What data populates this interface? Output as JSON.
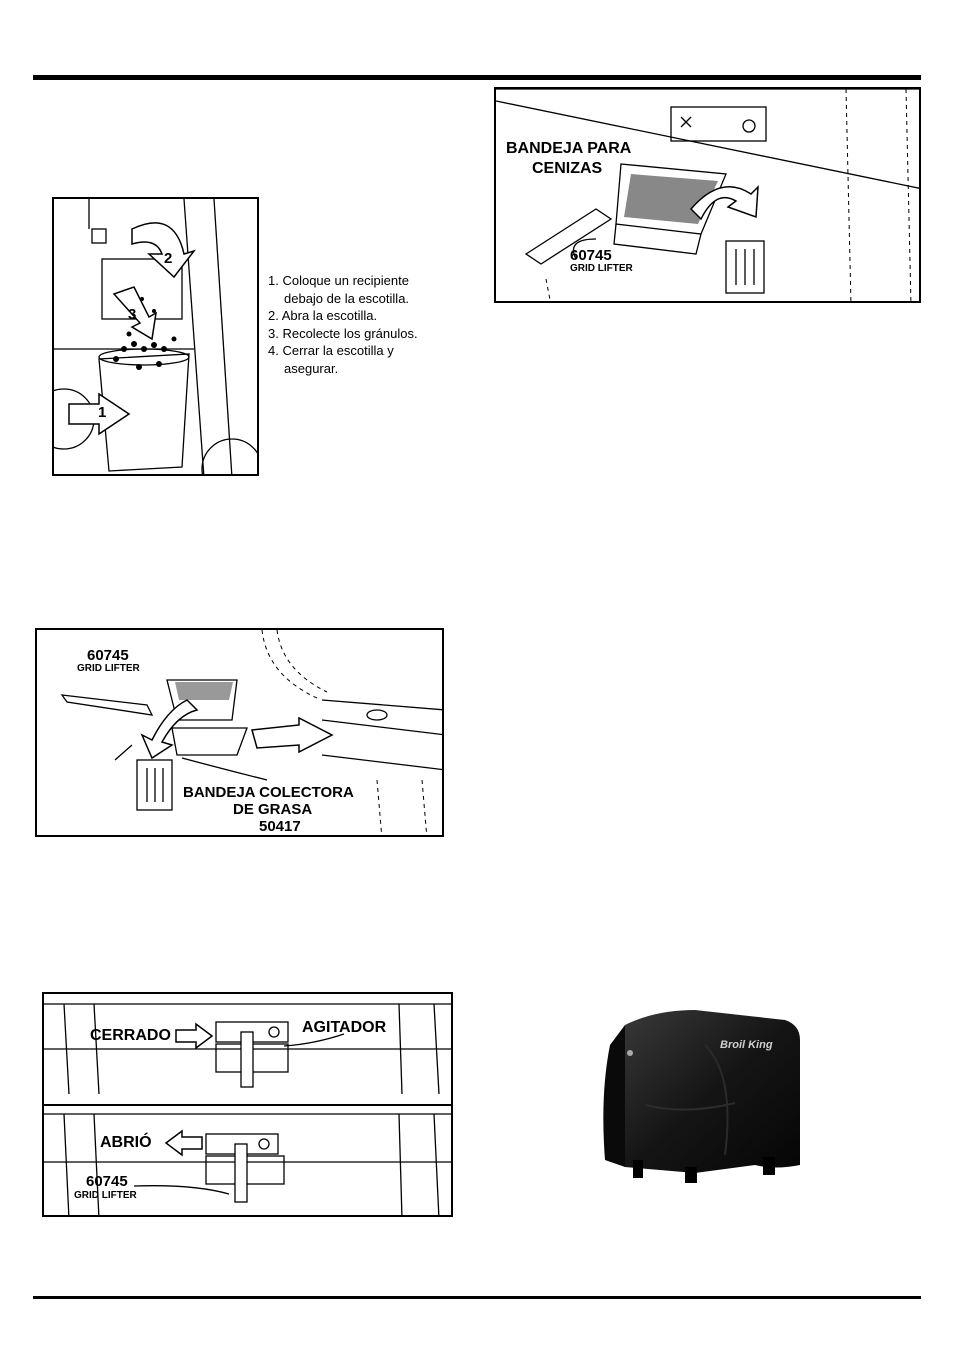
{
  "steps": {
    "s1a": "1. Coloque un recipiente",
    "s1b": "debajo de la escotilla.",
    "s2": "2. Abra la escotilla.",
    "s3": "3. Recolecte los gránulos.",
    "s4a": "4. Cerrar la escotilla y",
    "s4b": "asegurar."
  },
  "fig_hopper": {
    "n1": "1",
    "n2": "2",
    "n3": "3"
  },
  "fig_ash": {
    "title1": "BANDEJA PARA",
    "title2": "CENIZAS",
    "part": "60745",
    "part_label": "GRID LIFTER"
  },
  "fig_grease": {
    "part": "60745",
    "part_label": "GRID LIFTER",
    "tray1": "BANDEJA COLECTORA",
    "tray2": "DE GRASA",
    "tray_part": "50417"
  },
  "fig_agitator": {
    "closed": "CERRADO",
    "agitator": "AGITADOR",
    "opened": "ABRIÓ",
    "part": "60745",
    "part_label": "GRID LIFTER"
  },
  "cover_logo": "Broil King"
}
